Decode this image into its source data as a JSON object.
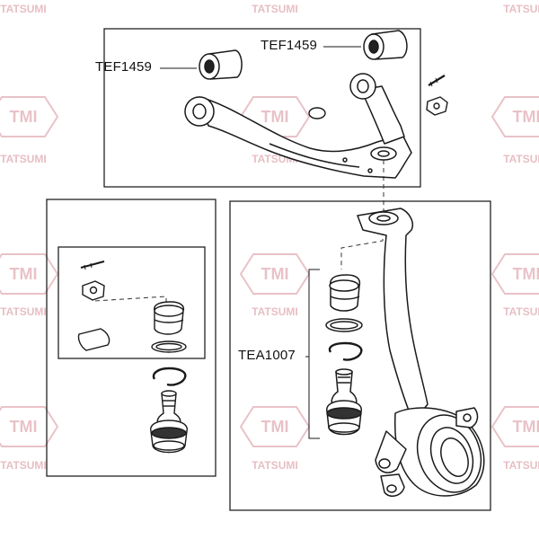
{
  "watermark": {
    "logo_text": "TMI",
    "brand_text": "TATSUMI",
    "color": "#e2aeb6"
  },
  "labels": {
    "top_left": "TEF1459",
    "top_right": "TEF1459",
    "ball_joint": "TEA1007"
  },
  "colors": {
    "line": "#1a1a1a",
    "dash": "#333333",
    "frame": "#222222"
  }
}
